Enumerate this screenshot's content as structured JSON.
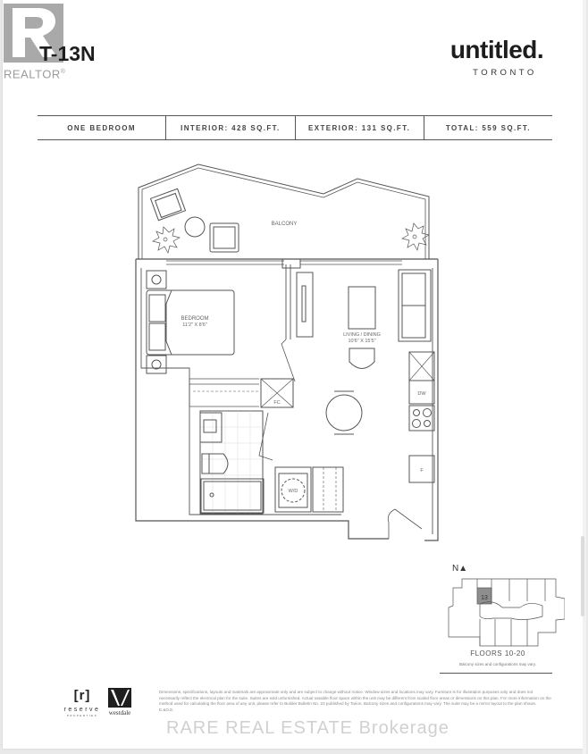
{
  "header": {
    "realtor_logo_text": "REALTOR",
    "realtor_mark": "®",
    "unit_title": "T-13N",
    "brand_name": "untitled.",
    "brand_city": "TORONTO"
  },
  "specs": [
    {
      "label": "ONE BEDROOM"
    },
    {
      "label": "INTERIOR: 428 SQ.FT."
    },
    {
      "label": "EXTERIOR: 131 SQ.FT."
    },
    {
      "label": "TOTAL: 559 SQ.FT."
    }
  ],
  "floorplan": {
    "rooms": {
      "balcony": "BALCONY",
      "bedroom_name": "BEDROOM",
      "bedroom_dims": "11'2\" X 8'6\"",
      "living_name": "LIVING / DINING",
      "living_dims": "10'6\" X 15'5\"",
      "fc": "FC",
      "wd": "W/D",
      "dw": "DW",
      "fridge": "F"
    }
  },
  "keyplan": {
    "north_label": "N▲",
    "unit_number": "13",
    "floors": "FLOORS 10-20",
    "note": "Balcony sizes and configurations may vary."
  },
  "footer": {
    "reserve_mark": "[r]",
    "reserve_name": "reserve",
    "reserve_sub": "PROPERTIES",
    "westdale_name": "westdale",
    "disclaimer": "Dimensions, specifications, layouts and materials are approximate only and are subject to change without notice. Window sizes and locations may vary. Furniture is for illustration purposes only and does not necessarily reflect the electrical plan for the suite. Suites are sold unfurnished. Actual useable floor space within the unit may be different from scaled floor areas or dimensions on this plan. For more information on the method used for calculating the floor area of any unit, please refer to Builder Bulletin No. 22 published by Tarion. Balcony sizes and configurations may vary. The suite may be a mirror layout to the plan shown. E.&O.E.",
    "watermark": "RARE REAL ESTATE Brokerage"
  }
}
